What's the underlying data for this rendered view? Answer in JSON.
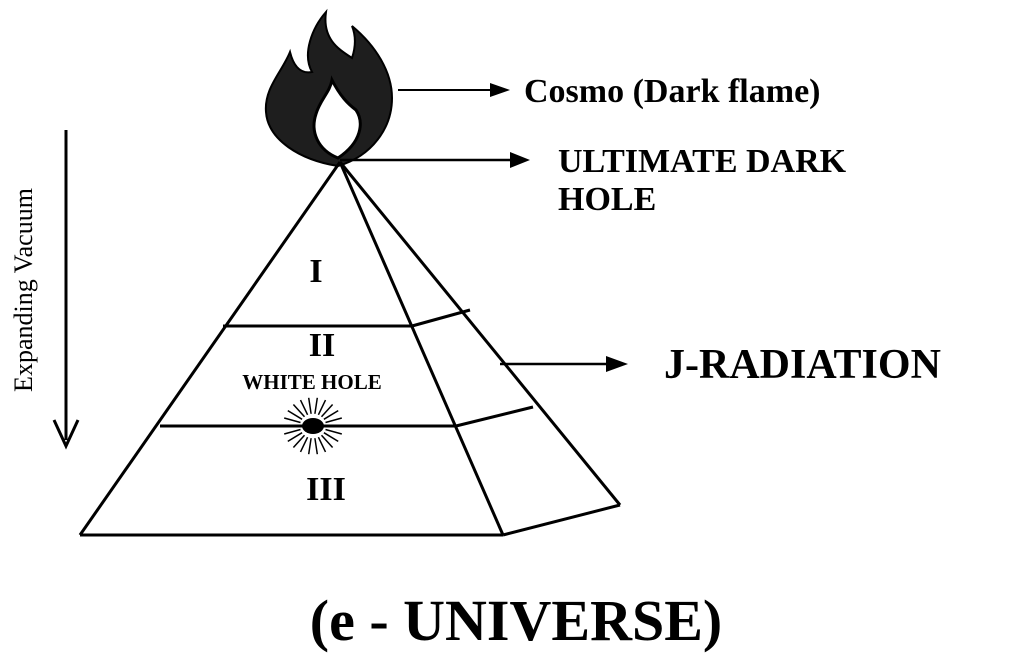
{
  "diagram": {
    "flame_label": "Cosmo (Dark flame)",
    "apex_label_line1": "ULTIMATE DARK",
    "apex_label_line2": "HOLE",
    "radiation_label": "J-RADIATION",
    "level_1": "I",
    "level_2": "II",
    "white_hole_label": "WHITE HOLE",
    "level_3": "III",
    "vacuum_label": "Expanding Vacuum",
    "caption": "(e - UNIVERSE)"
  },
  "colors": {
    "ink": "#000000",
    "background": "#ffffff"
  },
  "icons": [
    "flame-icon",
    "white-hole-star-icon"
  ]
}
